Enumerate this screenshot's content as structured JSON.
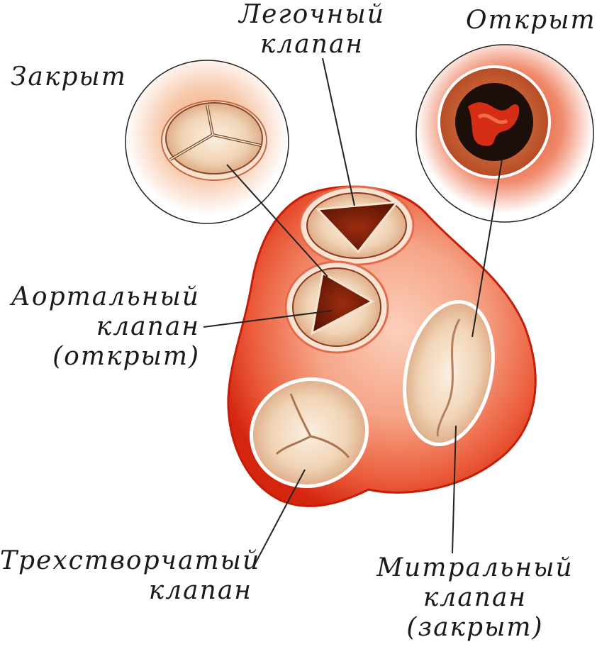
{
  "labels": {
    "closed_top": "Закрыт",
    "pulmonary_line1": "Легочный",
    "pulmonary_line2": "клапан",
    "open_top": "Открыт",
    "aortic_line1": "Аортальный",
    "aortic_line2": "клапан",
    "aortic_line3": "(открыт)",
    "tricuspid_line1": "Трехстворчатый",
    "tricuspid_line2": "клапан",
    "mitral_line1": "Митральный",
    "mitral_line2": "клапан",
    "mitral_line3": "(закрыт)"
  },
  "colors": {
    "heart_red": "#e0321c",
    "heart_light": "#f7a88c",
    "valve_cream": "#f3dcc0",
    "valve_dark": "#7a1a08",
    "leader_line": "#222222"
  }
}
